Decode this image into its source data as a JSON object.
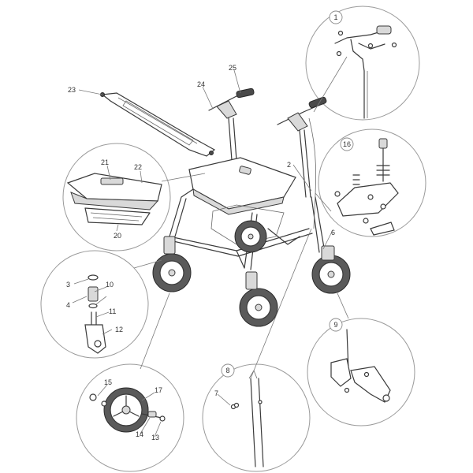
{
  "labels": {
    "p1": "1",
    "p2": "2",
    "p3": "3",
    "p4": "4",
    "p6": "6",
    "p7": "7",
    "p8": "8",
    "p9": "9",
    "p10": "10",
    "p11": "11",
    "p12": "12",
    "p13": "13",
    "p14": "14",
    "p15": "15",
    "p16": "16",
    "p17": "17",
    "p20": "20",
    "p21": "21",
    "p22": "22",
    "p23": "23",
    "p24": "24",
    "p25": "25"
  },
  "colors": {
    "line": "#3a3a3a",
    "tire": "#5a5a5a",
    "detail_ring": "#9a9a9a"
  }
}
